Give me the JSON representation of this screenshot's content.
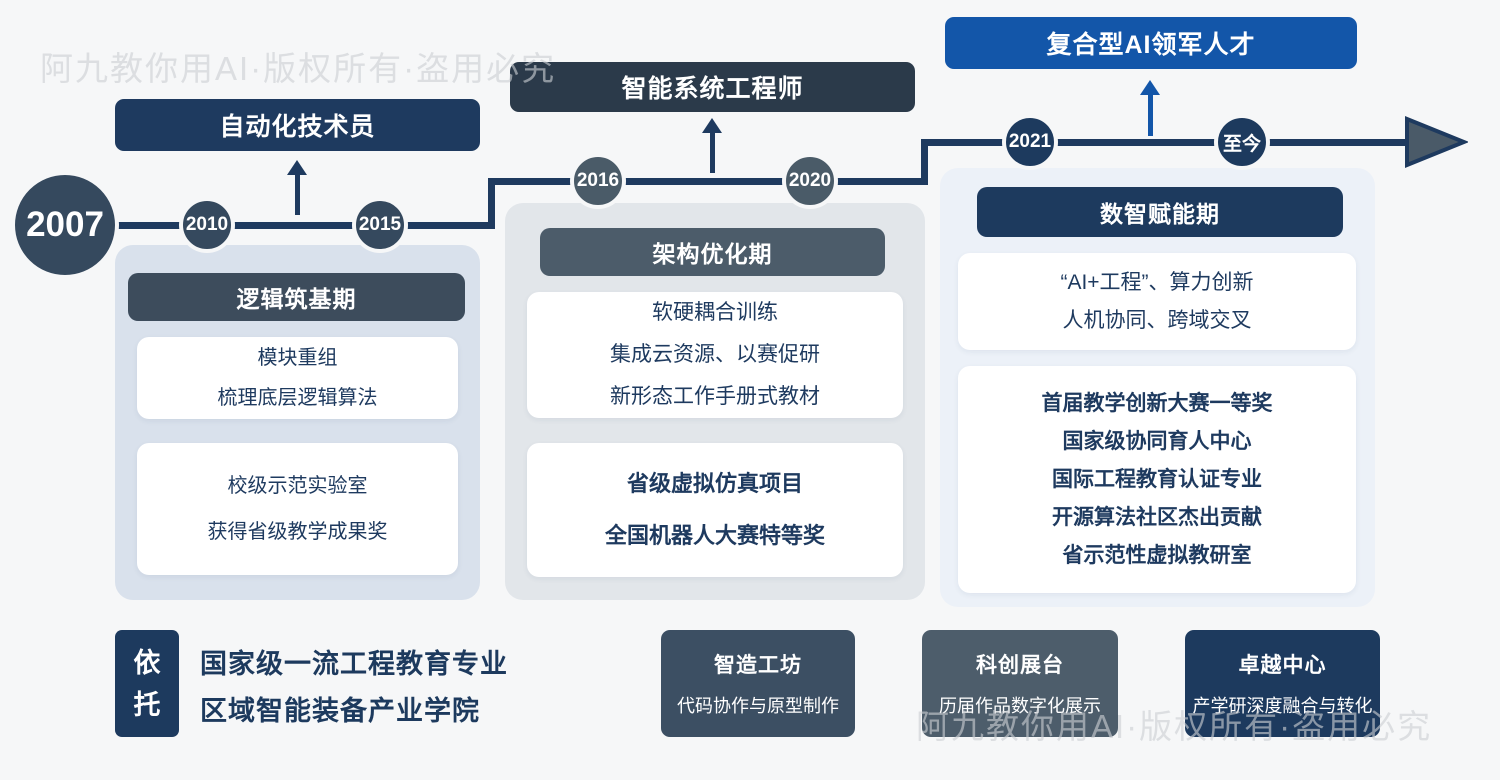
{
  "watermark": {
    "top": "阿九教你用AI·版权所有·盗用必究",
    "bottom": "阿九教你用AI·版权所有·盗用必究"
  },
  "palette": {
    "navy": "#1e3a5f",
    "dark_charcoal": "#2b3a4a",
    "bright_blue": "#1356a9",
    "slate": "#3d4c5c",
    "gray_slate": "#4c5c6a",
    "circle_slate": "#35495e",
    "circle_gray": "#4a5b68",
    "card1_bg": "#d9e1ec",
    "card2_bg": "#e2e6ea",
    "card3_bg": "#ecf1f8",
    "page_bg": "#f6f7f8"
  },
  "roles": [
    {
      "label": "自动化技术员"
    },
    {
      "label": "智能系统工程师"
    },
    {
      "label": "复合型AI领军人才"
    }
  ],
  "timeline": {
    "years": [
      "2007",
      "2010",
      "2015",
      "2016",
      "2020",
      "2021",
      "至今"
    ]
  },
  "phases": [
    {
      "title": "逻辑筑基期",
      "blocks": [
        {
          "lines": [
            "模块重组",
            "梳理底层逻辑算法"
          ]
        },
        {
          "lines": [
            "校级示范实验室",
            "获得省级教学成果奖"
          ]
        }
      ]
    },
    {
      "title": "架构优化期",
      "blocks": [
        {
          "lines": [
            "软硬耦合训练",
            "集成云资源、以赛促研",
            "新形态工作手册式教材"
          ]
        },
        {
          "lines": [
            "省级虚拟仿真项目",
            "全国机器人大赛特等奖"
          ]
        }
      ]
    },
    {
      "title": "数智赋能期",
      "blocks": [
        {
          "lines": [
            "“AI+工程”、算力创新",
            "人机协同、跨域交叉"
          ]
        },
        {
          "lines": [
            "首届教学创新大赛一等奖",
            "国家级协同育人中心",
            "国际工程教育认证专业",
            "开源算法社区杰出贡献",
            "省示范性虚拟教研室"
          ]
        }
      ]
    }
  ],
  "footer": {
    "tag": "依托",
    "lines": [
      "国家级一流工程教育专业",
      "区域智能装备产业学院"
    ],
    "boxes": [
      {
        "title": "智造工坊",
        "subtitle": "代码协作与原型制作"
      },
      {
        "title": "科创展台",
        "subtitle": "历届作品数字化展示"
      },
      {
        "title": "卓越中心",
        "subtitle": "产学研深度融合与转化"
      }
    ]
  }
}
